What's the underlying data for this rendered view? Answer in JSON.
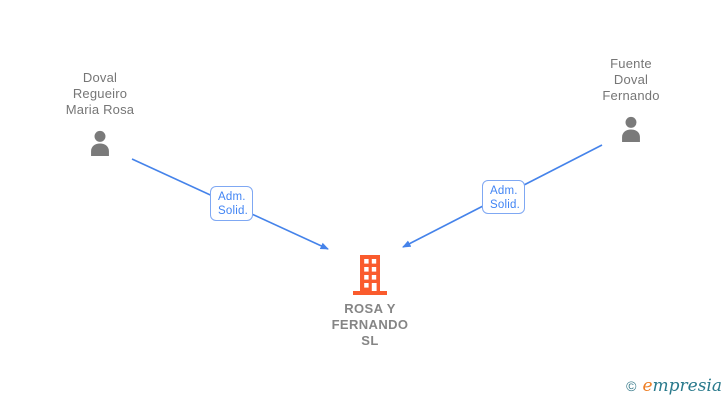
{
  "diagram": {
    "nodes": {
      "person_left": {
        "type": "person",
        "name_lines": [
          "Doval",
          "Regueiro",
          "Maria Rosa"
        ]
      },
      "person_right": {
        "type": "person",
        "name_lines": [
          "Fuente",
          "Doval",
          "Fernando"
        ]
      },
      "company": {
        "type": "company",
        "name_lines": [
          "ROSA Y",
          "FERNANDO",
          "SL"
        ]
      }
    },
    "edges": [
      {
        "from": "person_left",
        "to": "company",
        "label_lines": [
          "Adm.",
          "Solid."
        ]
      },
      {
        "from": "person_right",
        "to": "company",
        "label_lines": [
          "Adm.",
          "Solid."
        ]
      }
    ]
  },
  "footer": {
    "copyright": "©",
    "brand_first": "e",
    "brand_rest": "mpresia"
  },
  "colors": {
    "edge_blue": "#4583ea",
    "edge_label_border": "#7fa8f3",
    "edge_label_text": "#4285f4",
    "person_gray": "#7a7a7a",
    "name_text": "#767676",
    "company_text": "#858585",
    "building_orange": "#fa5b2d",
    "brand_teal": "#2a7a8c",
    "brand_orange": "#ee7e24",
    "background": "#ffffff"
  }
}
